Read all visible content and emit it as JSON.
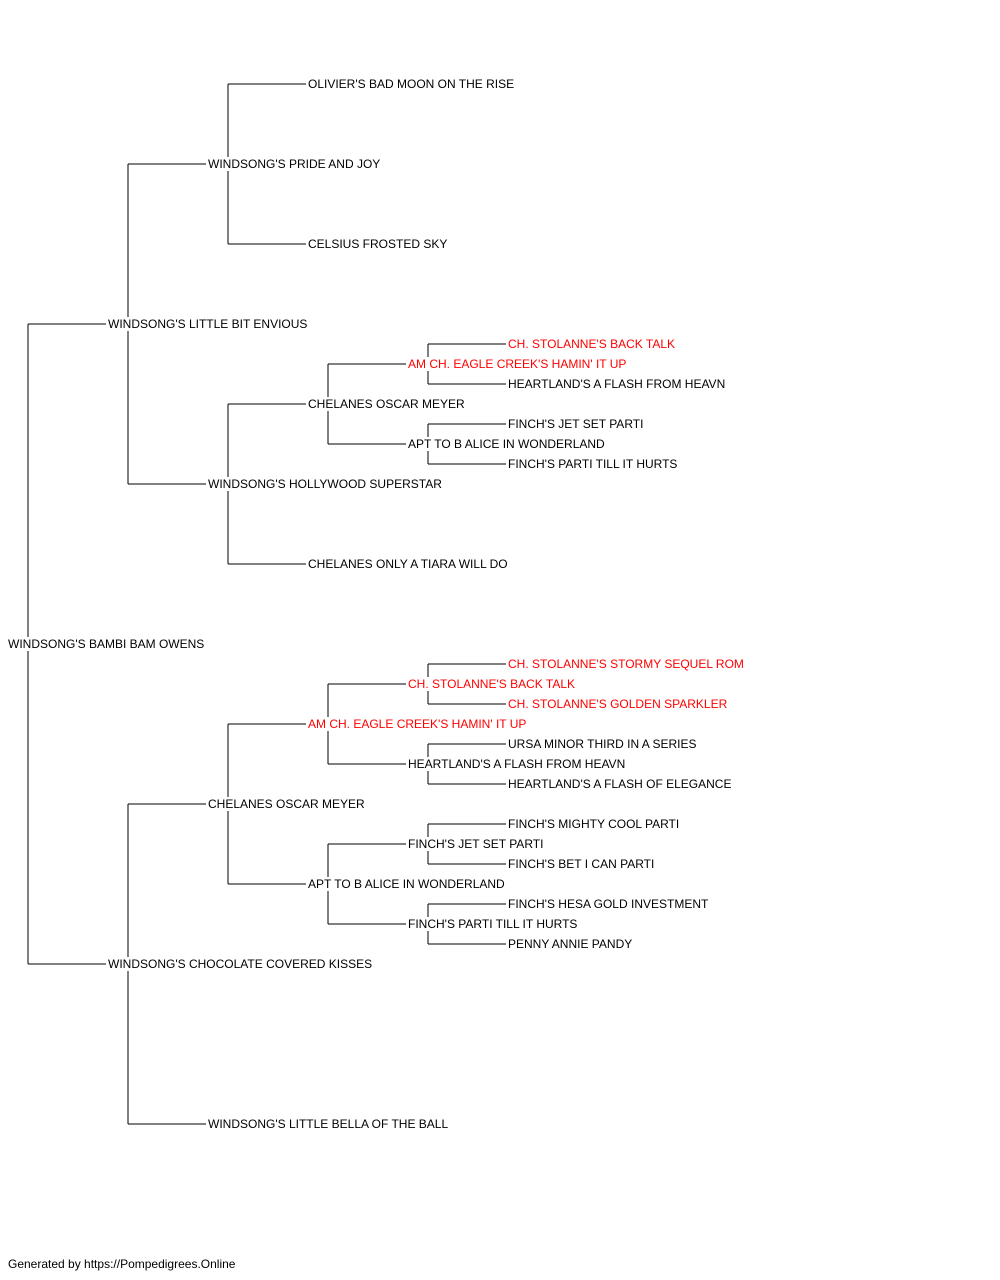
{
  "colors": {
    "normal": "#000000",
    "champion": "#ff0000",
    "line": "#000000"
  },
  "footer": "Generated by https://Pompedigrees.Online",
  "pedigree": {
    "name": "WINDSONG'S BAMBI BAM OWENS",
    "sire": {
      "name": "WINDSONG'S LITTLE BIT ENVIOUS",
      "sire": {
        "name": "WINDSONG'S PRIDE AND JOY",
        "sire": {
          "name": "OLIVIER'S BAD MOON ON THE RISE"
        },
        "dam": {
          "name": "CELSIUS FROSTED SKY"
        }
      },
      "dam": {
        "name": "WINDSONG'S HOLLYWOOD SUPERSTAR",
        "sire": {
          "name": "CHELANES OSCAR MEYER",
          "sire": {
            "name": "AM CH. EAGLE CREEK'S HAMIN' IT UP",
            "champion": true,
            "sire": {
              "name": "CH. STOLANNE'S BACK TALK",
              "champion": true
            },
            "dam": {
              "name": "HEARTLAND'S A FLASH FROM HEAVN"
            }
          },
          "dam": {
            "name": "APT TO B ALICE IN WONDERLAND",
            "sire": {
              "name": "FINCH'S JET SET PARTI"
            },
            "dam": {
              "name": "FINCH'S PARTI TILL IT HURTS"
            }
          }
        },
        "dam": {
          "name": "CHELANES ONLY A TIARA WILL DO"
        }
      }
    },
    "dam": {
      "name": "WINDSONG'S CHOCOLATE COVERED KISSES",
      "sire": {
        "name": "CHELANES OSCAR MEYER",
        "sire": {
          "name": "AM CH. EAGLE CREEK'S HAMIN' IT UP",
          "champion": true,
          "sire": {
            "name": "CH. STOLANNE'S BACK TALK",
            "champion": true,
            "sire": {
              "name": "CH. STOLANNE'S STORMY SEQUEL ROM",
              "champion": true
            },
            "dam": {
              "name": "CH. STOLANNE'S GOLDEN SPARKLER",
              "champion": true
            }
          },
          "dam": {
            "name": "HEARTLAND'S A FLASH FROM HEAVN",
            "sire": {
              "name": "URSA MINOR THIRD IN A SERIES"
            },
            "dam": {
              "name": "HEARTLAND'S A FLASH OF ELEGANCE"
            }
          }
        },
        "dam": {
          "name": "APT TO B ALICE IN WONDERLAND",
          "sire": {
            "name": "FINCH'S JET SET PARTI",
            "sire": {
              "name": "FINCH'S MIGHTY COOL PARTI"
            },
            "dam": {
              "name": "FINCH'S BET I CAN PARTI"
            }
          },
          "dam": {
            "name": "FINCH'S PARTI TILL IT HURTS",
            "sire": {
              "name": "FINCH'S HESA GOLD INVESTMENT"
            },
            "dam": {
              "name": "PENNY ANNIE PANDY"
            }
          }
        }
      },
      "dam": {
        "name": "WINDSONG'S LITTLE BELLA OF THE BALL"
      }
    }
  }
}
